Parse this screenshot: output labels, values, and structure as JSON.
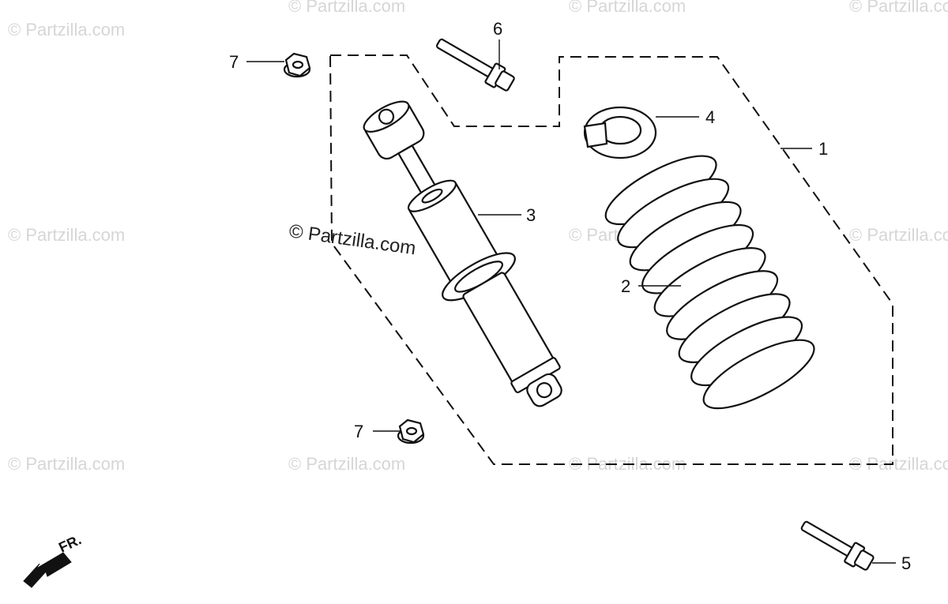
{
  "diagram": {
    "callouts": [
      "1",
      "2",
      "3",
      "4",
      "5",
      "6",
      "7",
      "7"
    ],
    "watermark_main": "© Partzilla.com",
    "watermark_faint": "© Partzilla.com",
    "direction_label": "FR."
  },
  "colors": {
    "line": "#111111",
    "watermark": "#d6d6d6",
    "background": "#ffffff"
  }
}
